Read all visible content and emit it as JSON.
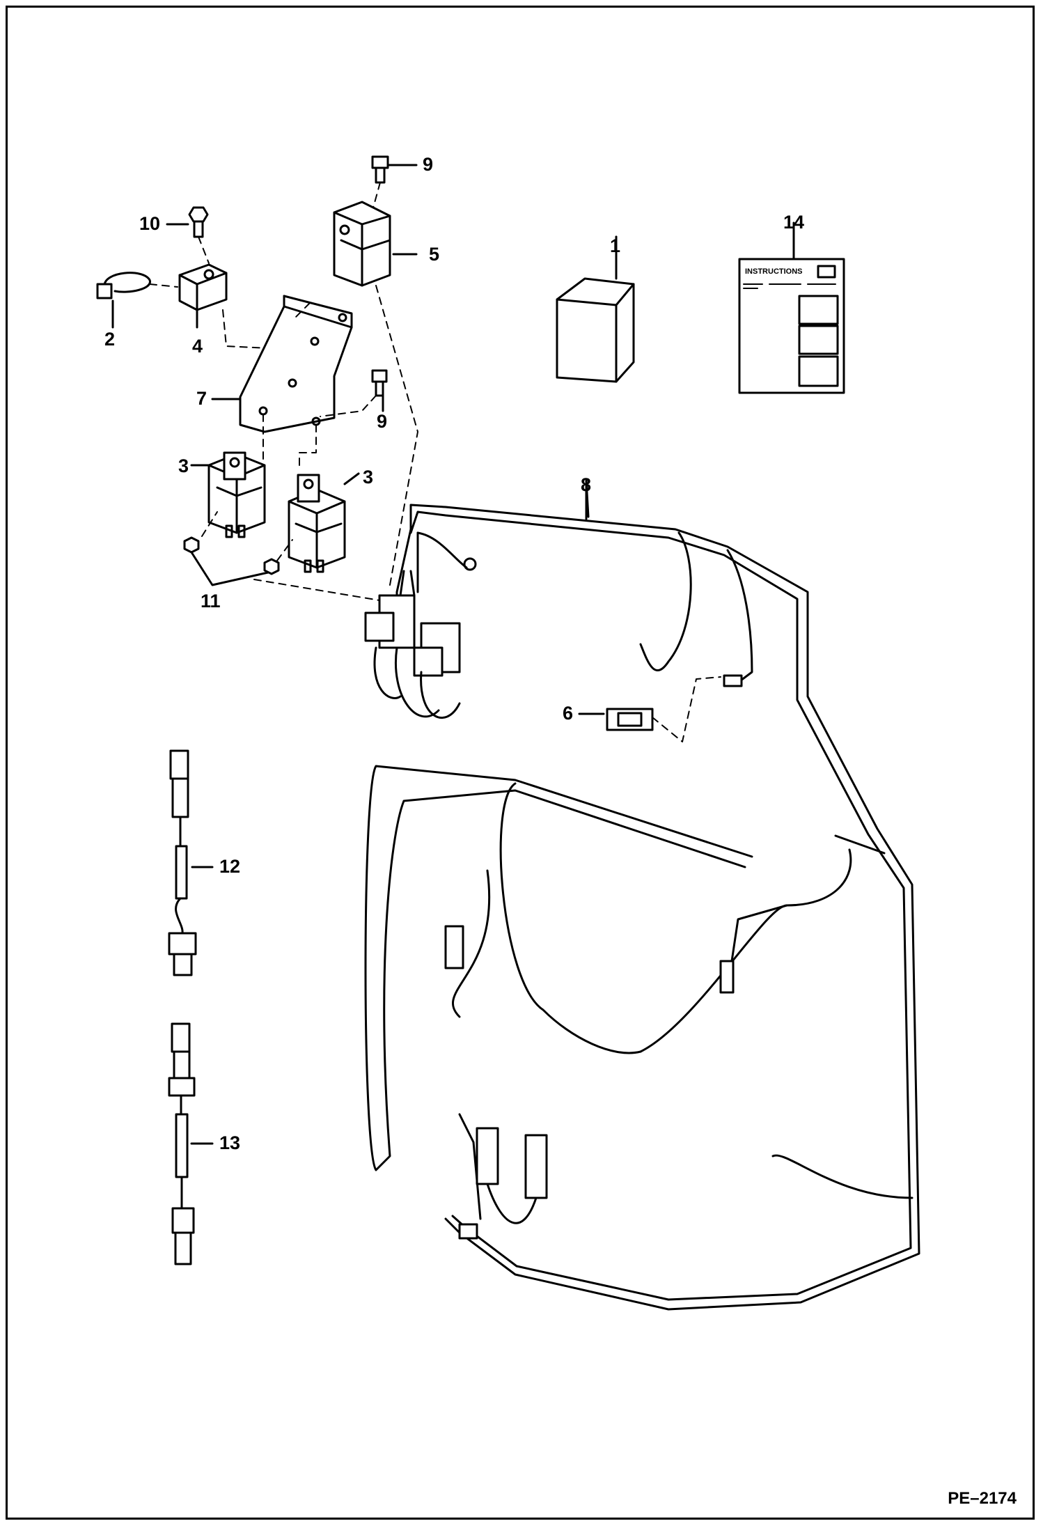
{
  "callouts": {
    "c1": "1",
    "c2": "2",
    "c3a": "3",
    "c3b": "3",
    "c4": "4",
    "c5": "5",
    "c6": "6",
    "c7": "7",
    "c8": "8",
    "c9a": "9",
    "c9b": "9",
    "c10": "10",
    "c11": "11",
    "c12": "12",
    "c13": "13",
    "c14": "14"
  },
  "instructions_sheet": {
    "heading": "INSTRUCTIONS"
  },
  "figure_code": "PE–2174",
  "colors": {
    "line": "#000000",
    "background": "#ffffff"
  }
}
